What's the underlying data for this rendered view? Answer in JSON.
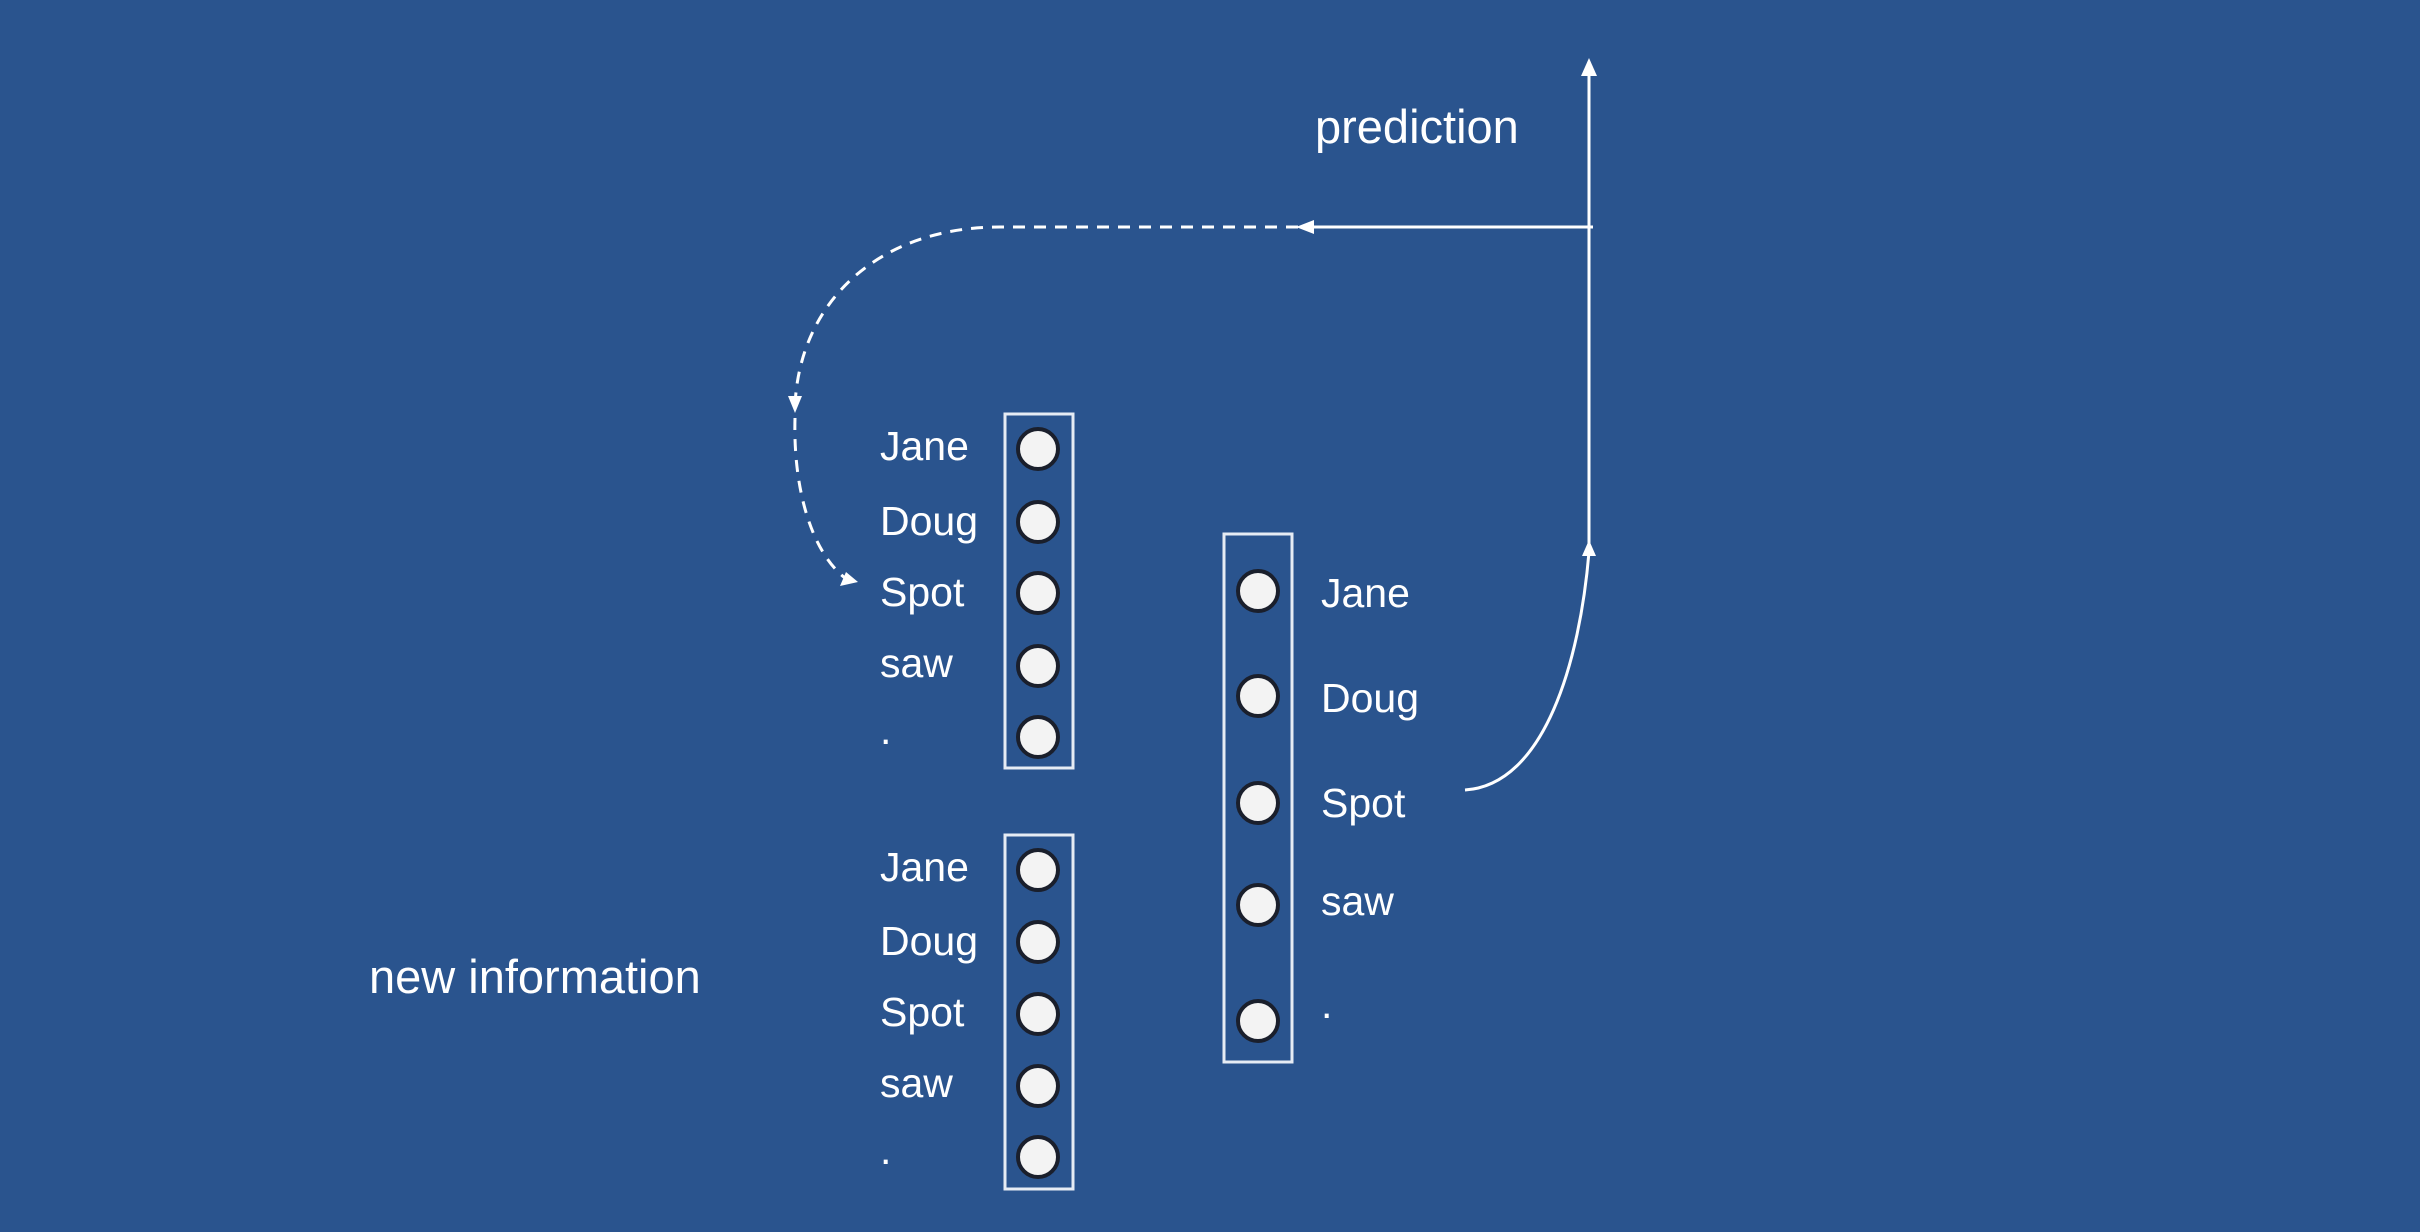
{
  "diagram": {
    "prediction_label": "prediction",
    "new_information_label": "new information",
    "top_left_stack": {
      "words": [
        "Jane",
        "Doug",
        "Spot",
        "saw",
        "."
      ]
    },
    "bottom_left_stack": {
      "words": [
        "Jane",
        "Doug",
        "Spot",
        "saw",
        "."
      ]
    },
    "right_stack": {
      "words": [
        "Jane",
        "Doug",
        "Spot",
        "saw",
        "."
      ]
    }
  }
}
